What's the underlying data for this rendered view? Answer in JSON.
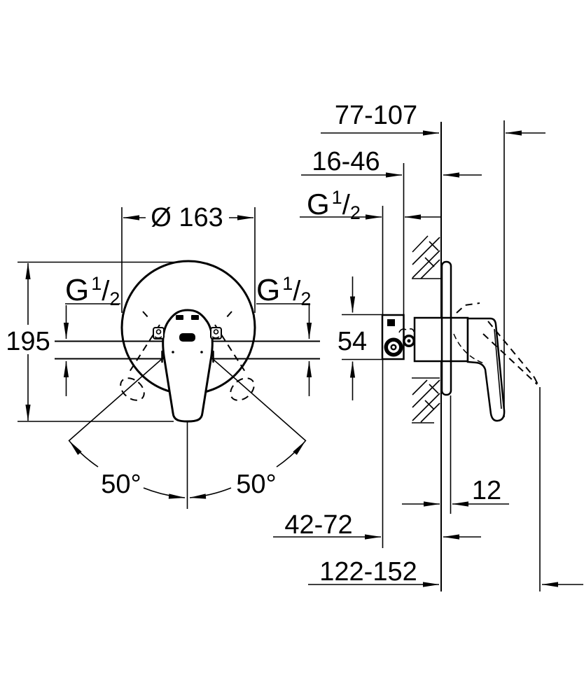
{
  "colors": {
    "line": "#000000",
    "background": "#ffffff"
  },
  "g_half": {
    "base": "G",
    "numerator": "1",
    "slash": "/",
    "denominator": "2"
  },
  "front_view": {
    "plate_diameter": "Ø 163",
    "overall_height": "195",
    "swing_angle_left": "50°",
    "swing_angle_right": "50°"
  },
  "side_view": {
    "projection_range": "77-107",
    "rough_in_range": "16-46",
    "body_height": "54",
    "plate_thickness": "12",
    "depth_range_min": "42-72",
    "depth_range_total": "122-152"
  }
}
